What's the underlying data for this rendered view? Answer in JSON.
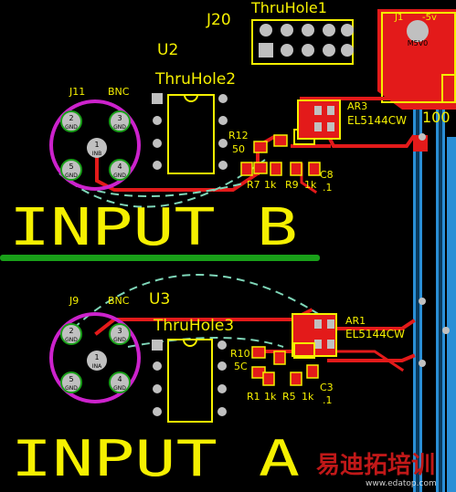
{
  "labels": {
    "j20": "J20",
    "thruhole1": "ThruHole1",
    "j1": "J1",
    "minus5v": "-5v",
    "m5v0": "M5V0",
    "u2": "U2",
    "thruhole2": "ThruHole2",
    "j11": "J11",
    "bnc_top": "BNC",
    "r12": "R12",
    "r12_val": "50",
    "ar3": "AR3",
    "el_top": "EL5144CW",
    "hundred": "100",
    "c8": "C8",
    "c8_val": ".1",
    "r7": "R7",
    "r7_val": "1k",
    "r9": "R9",
    "r9_val": "1k",
    "input_b": "INPUT B",
    "j9": "J9",
    "bnc_bottom": "BNC",
    "u3": "U3",
    "thruhole3": "ThruHole3",
    "ar1": "AR1",
    "el_bottom": "EL5144CW",
    "r10": "R10",
    "r10_val": "5C",
    "c3": "C3",
    "c3_val": ".1",
    "r1": "R1",
    "r1_val": "1k",
    "r5": "R5",
    "r5_val": "1k",
    "input_a": "INPUT A",
    "watermark_cn": "易迪拓培训",
    "watermark_url": "www.edatop.com"
  },
  "bnc_pins_top": {
    "p2": "2",
    "p2n": "GND",
    "p3": "3",
    "p3n": "GND",
    "p1": "1",
    "p1n": "INB",
    "p5": "5",
    "p5n": "GND",
    "p4": "4",
    "p4n": "GND"
  },
  "bnc_pins_bottom": {
    "p2": "2",
    "p2n": "GND",
    "p3": "3",
    "p3n": "GND",
    "p1": "1",
    "p1n": "INA",
    "p5": "5",
    "p5n": "GND",
    "p4": "4",
    "p4n": "GND"
  },
  "colors": {
    "background": "#000000",
    "silkscreen": "#f5f000",
    "copper_top": "#e31a1a",
    "copper_bottom": "#2a8fd6",
    "pad": "#c0c0c0",
    "ratsnest": "#7ed6b8",
    "mechanical": "#cc22cc",
    "ground_line": "#19a019",
    "watermark": "#c01818"
  }
}
